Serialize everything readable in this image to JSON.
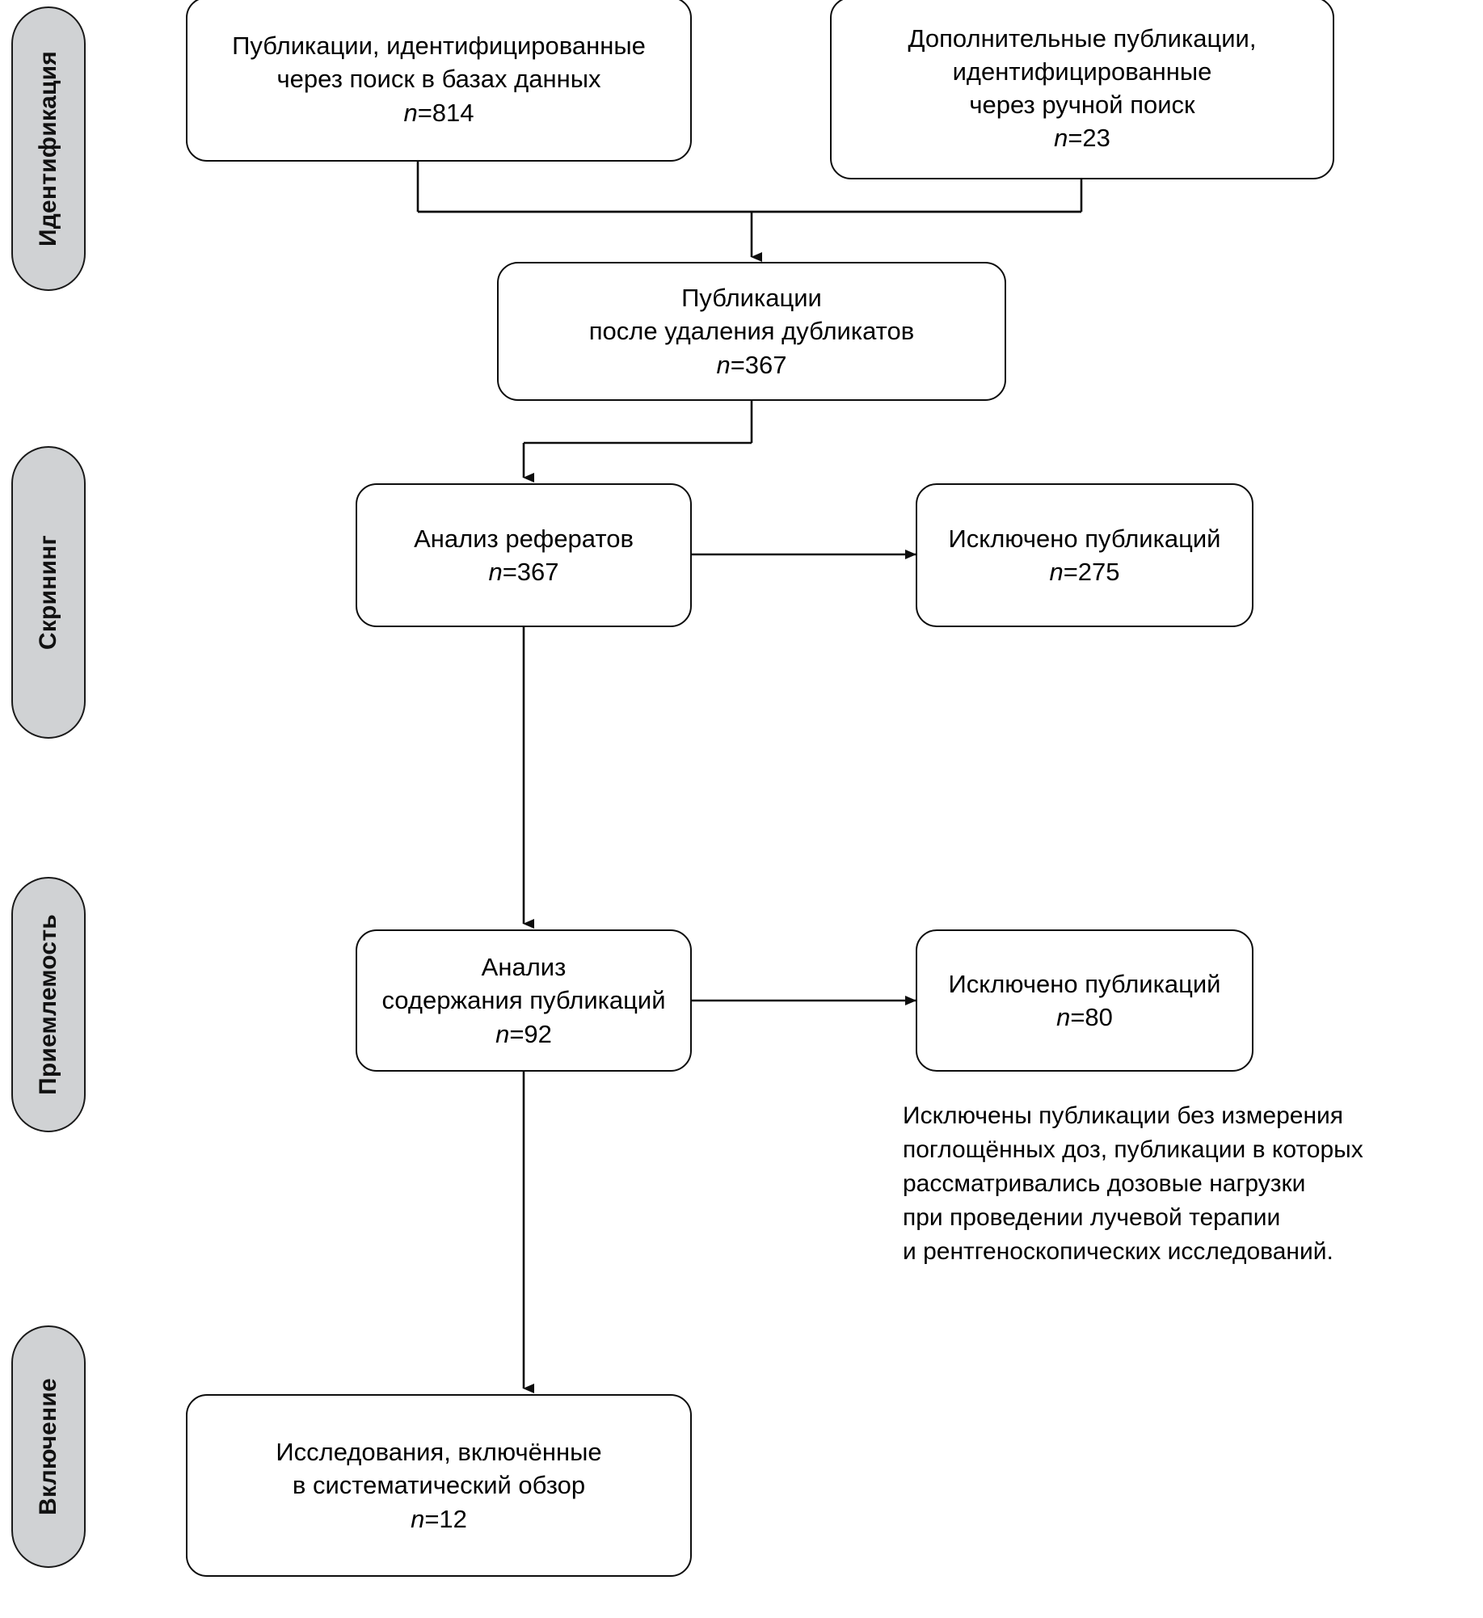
{
  "stages": [
    {
      "label": "Идентификация"
    },
    {
      "label": "Скрининг"
    },
    {
      "label": "Приемлемость"
    },
    {
      "label": "Включение"
    }
  ],
  "nodes": {
    "db_search": {
      "text": "Публикации, идентифицированные\nчерез поиск в базах данных",
      "n_prefix": "n",
      "n_value": "=814"
    },
    "manual_search": {
      "text": "Дополнительные публикации,\nидентифицированные\nчерез ручной поиск",
      "n_prefix": "n",
      "n_value": "=23"
    },
    "after_duplicates": {
      "text": "Публикации\nпосле удаления дубликатов",
      "n_prefix": "n",
      "n_value": "=367"
    },
    "abstract_review": {
      "text": "Анализ рефератов",
      "n_prefix": "n",
      "n_value": "=367"
    },
    "excluded_abstracts": {
      "text": "Исключено публикаций",
      "n_prefix": "n",
      "n_value": "=275"
    },
    "fulltext_review": {
      "text": "Анализ\nсодержания публикаций",
      "n_prefix": "n",
      "n_value": "=92"
    },
    "excluded_fulltext": {
      "text": "Исключено публикаций",
      "n_prefix": "n",
      "n_value": "=80"
    },
    "included_studies": {
      "text": "Исследования, включённые\nв систематический обзор",
      "n_prefix": "n",
      "n_value": "=12"
    }
  },
  "exclusion_note": "Исключены публикации без измерения\nпоглощённых доз, публикации в которых\nрассматривались дозовые нагрузки\nпри проведении лучевой терапии\nи рентгеноскопических исследований.",
  "colors": {
    "stage_fill": "#d0d2d4",
    "stroke": "#0d0d0d",
    "node_fill": "#ffffff",
    "text": "#000000"
  },
  "chart_data": {
    "type": "diagram",
    "title": "PRISMA flow diagram",
    "flow": [
      {
        "id": "db_search",
        "n": 814
      },
      {
        "id": "manual_search",
        "n": 23
      },
      {
        "id": "after_duplicates",
        "n": 367
      },
      {
        "id": "abstract_review",
        "n": 367
      },
      {
        "id": "excluded_abstracts",
        "n": 275
      },
      {
        "id": "fulltext_review",
        "n": 92
      },
      {
        "id": "excluded_fulltext",
        "n": 80
      },
      {
        "id": "included_studies",
        "n": 12
      }
    ]
  }
}
